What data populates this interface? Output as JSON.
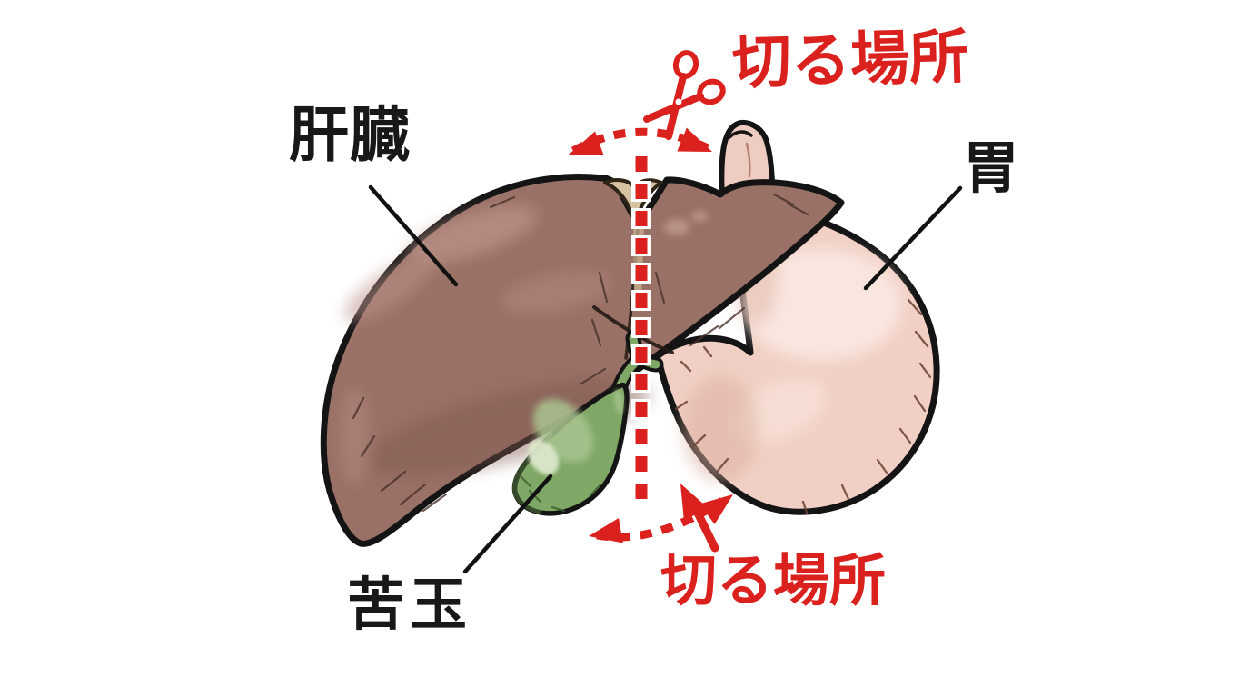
{
  "figure": {
    "type": "anatomy-cut-guide-illustration",
    "background": "#ffffff",
    "labels": {
      "liver": "肝臓",
      "stomach": "胃",
      "gallbladder": "苦玉",
      "cut_location_top": "切る場所",
      "cut_location_bottom": "切る場所"
    },
    "icons": {
      "scissors": "✂"
    },
    "colors": {
      "annotation_red": "#da211e",
      "label_text": "#181818",
      "outline": "#141414",
      "liver_fill": "#9a7166",
      "liver_highlight": "#c29b91",
      "stomach_fill": "#f1cfc4",
      "stomach_highlight": "#fae9e2",
      "gallbladder_fill": "#7fa765",
      "gallbladder_highlight": "#dce8cb",
      "connective_tissue_fill": "#d6c2a2"
    }
  }
}
